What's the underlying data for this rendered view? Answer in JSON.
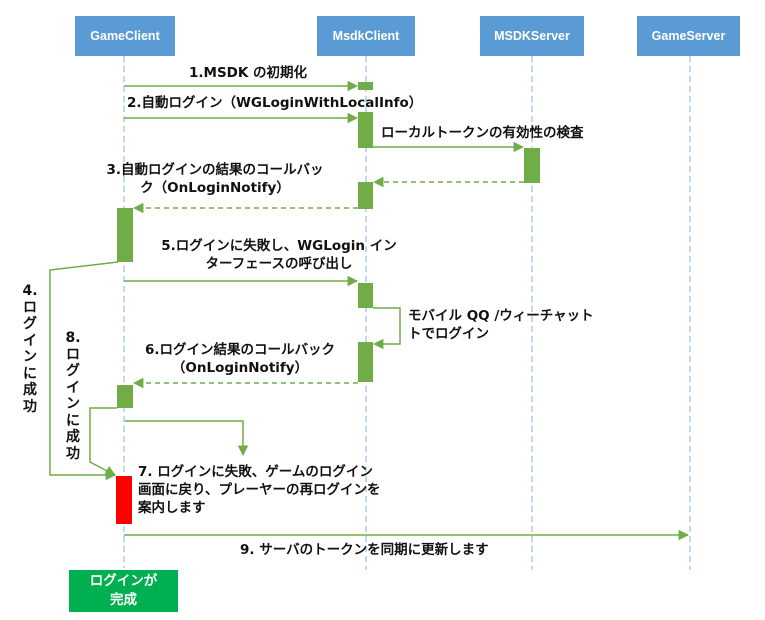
{
  "actors": {
    "game_client": "GameClient",
    "msdk_client": "MsdkClient",
    "msdk_server": "MSDKServer",
    "game_server": "GameServer"
  },
  "messages": {
    "m1": "1.MSDK の初期化",
    "m2": "2.自動ログイン（WGLoginWithLocalInfo）",
    "token_check": "ローカルトークンの有効性の検査",
    "m3_line1": "3.自動ログインの結果のコールバッ",
    "m3_line2": "ク（OnLoginNotify）",
    "m5_line1": "5.ログインに失敗し、WGLogin イン",
    "m5_line2": "ターフェースの呼び出し",
    "mobile_line1": "モバイル QQ /ウィーチャット",
    "mobile_line2": "トでログイン",
    "m6_line1": "6.ログイン結果のコールバック",
    "m6_line2": "（OnLoginNotify）",
    "m7_line1": "7. ログインに失敗、ゲームのログイン",
    "m7_line2": "画面に戻り、プレーヤーの再ログインを",
    "m7_line3": "案内します",
    "m9": "9. サーバのトークンを同期に更新します"
  },
  "side_notes": {
    "n4_number": "4.",
    "n4_text": "ログインに成功",
    "n8_number": "8.",
    "n8_text": "ログインに成功"
  },
  "result_box": {
    "line1": "ログインが",
    "line2": "完成"
  },
  "colors": {
    "actor_fill": "#5b9bd5",
    "arrow": "#70ad47",
    "activation": "#70ad47",
    "failure_activation": "#ff0000",
    "lifeline": "#9dc3e6",
    "result_fill": "#00b050"
  }
}
